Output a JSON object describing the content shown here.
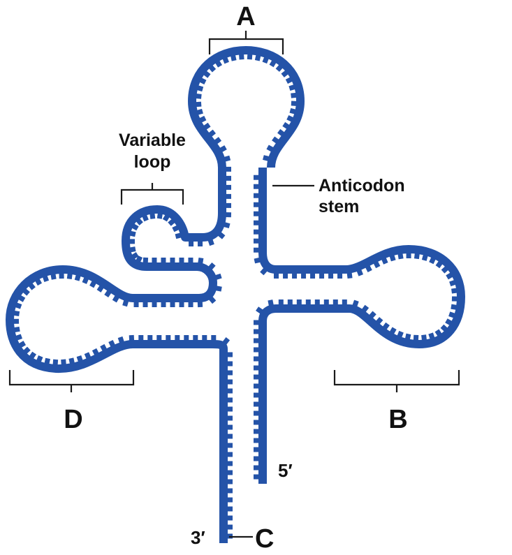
{
  "labels": {
    "a": "A",
    "b": "B",
    "c": "C",
    "d": "D",
    "variable_loop_line1": "Variable",
    "variable_loop_line2": "loop",
    "anticodon_stem_line1": "Anticodon",
    "anticodon_stem_line2": "stem",
    "five_prime": "5′",
    "three_prime": "3′"
  },
  "colors": {
    "strand": "#2453A8",
    "text": "#111111",
    "bracket": "#1a1a1a",
    "background": "#ffffff"
  }
}
